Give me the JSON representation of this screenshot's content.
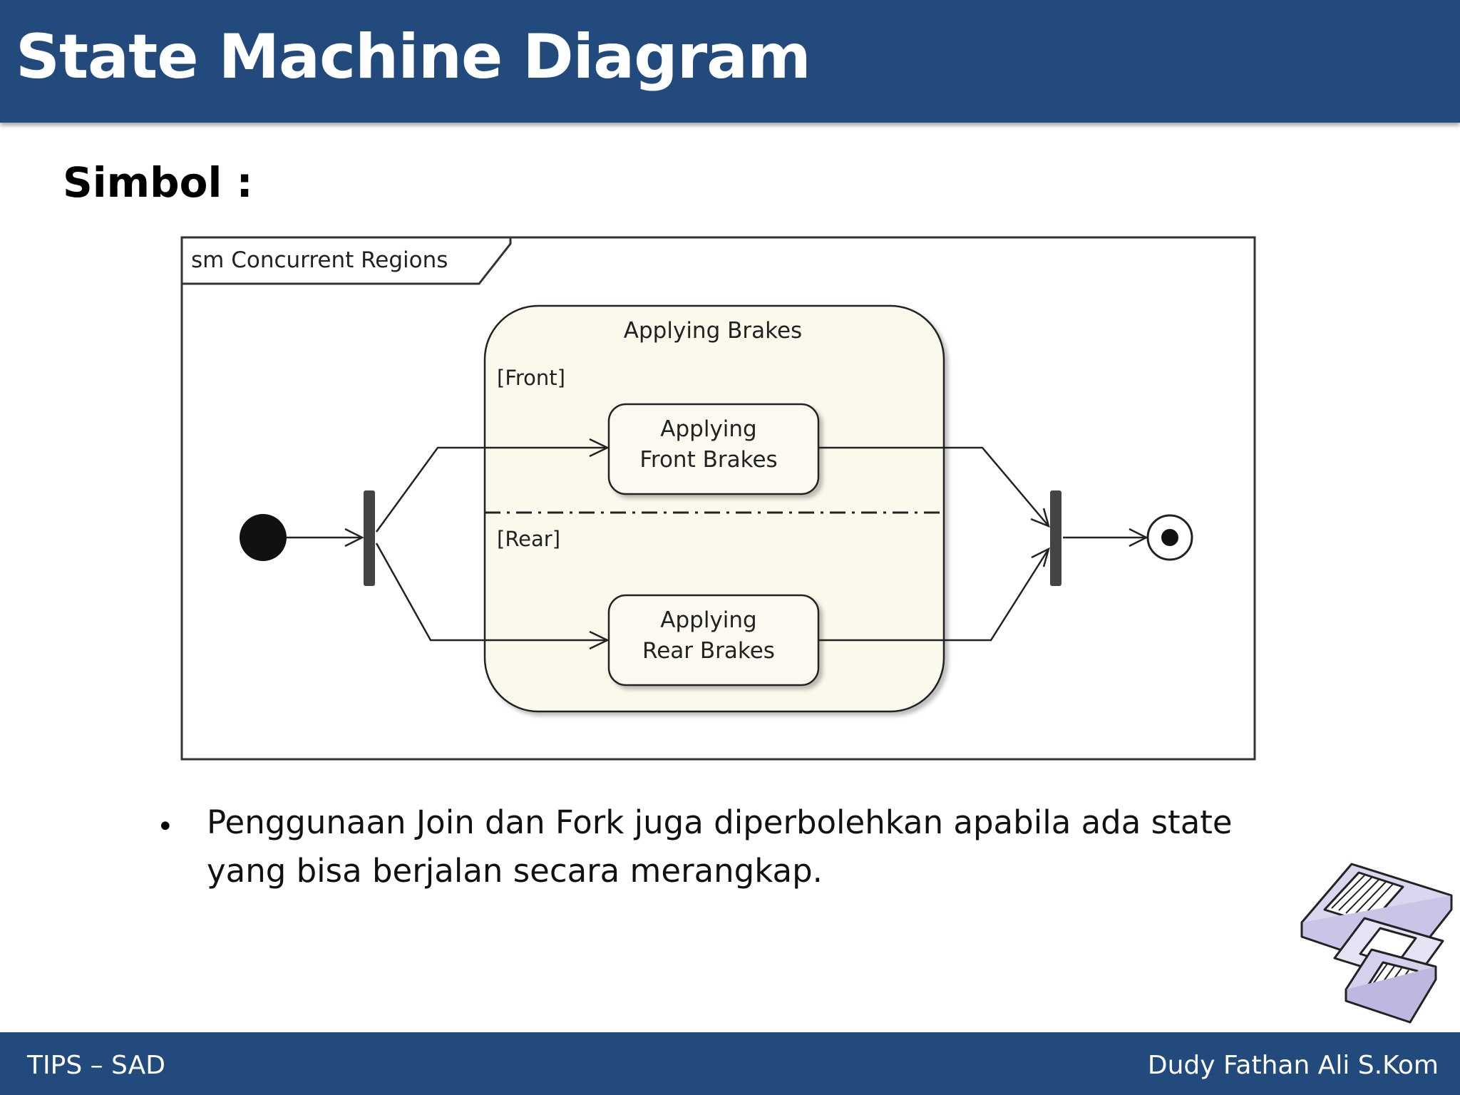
{
  "slide": {
    "title": "State Machine Diagram",
    "section_heading": "Simbol :",
    "bullets": [
      "Penggunaan Join dan Fork juga diperbolehkan apabila ada state yang bisa berjalan secara merangkap."
    ]
  },
  "diagram": {
    "frame_label": "sm Concurrent Regions",
    "composite_state": "Applying Brakes",
    "regions": [
      {
        "guard": "[Front]",
        "state_lines": [
          "Applying",
          "Front Brakes"
        ]
      },
      {
        "guard": "[Rear]",
        "state_lines": [
          "Applying",
          "Rear Brakes"
        ]
      }
    ],
    "nodes": [
      "initial",
      "fork",
      "join",
      "final"
    ],
    "colors": {
      "composite_fill": "#fbf8ec",
      "state_fill": "#fcfaf0",
      "stroke": "#222222"
    }
  },
  "clipart": {
    "icon": "floppy-disks-icon"
  },
  "footer": {
    "left": "TIPS – SAD",
    "right": "Dudy Fathan Ali S.Kom"
  },
  "theme": {
    "bar_color": "#234a7d"
  }
}
